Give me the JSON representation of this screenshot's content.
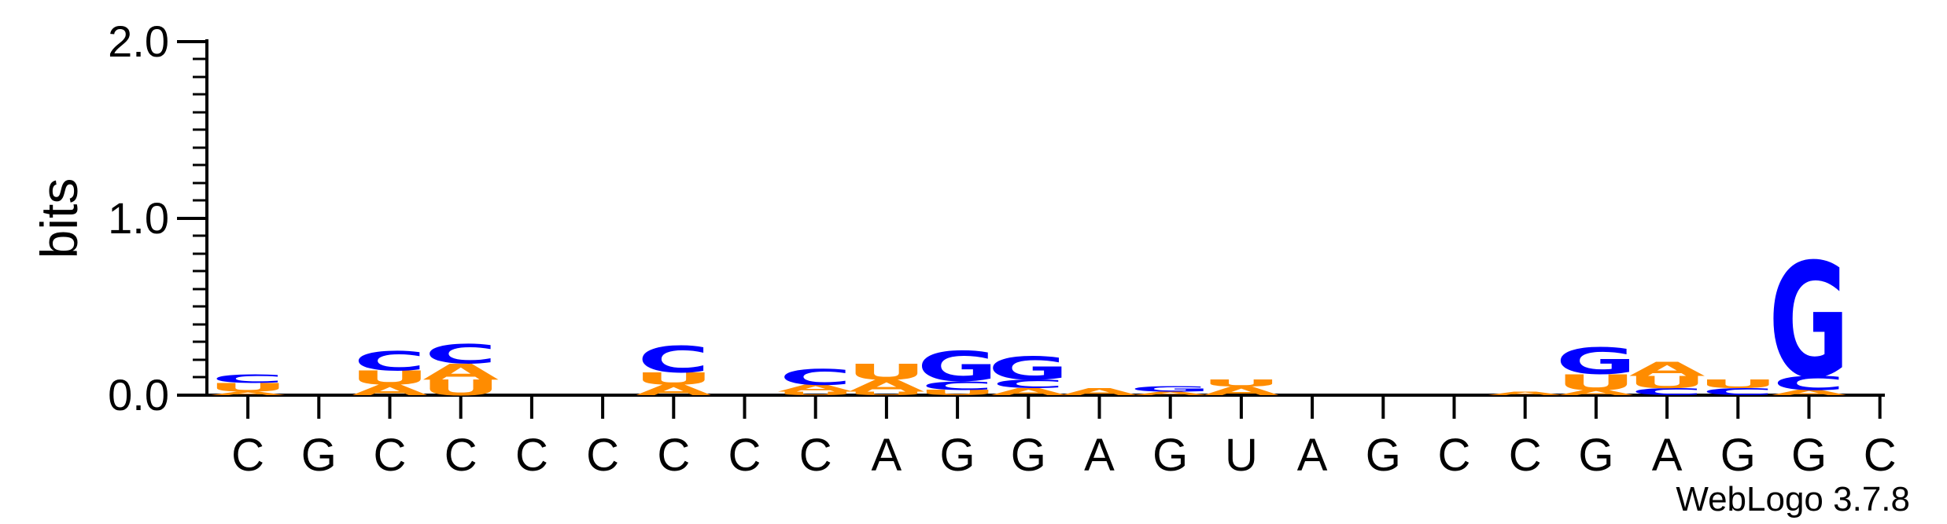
{
  "chart_data": {
    "type": "sequence-logo",
    "title": "",
    "ylabel": "bits",
    "xlabel": "",
    "ylim": [
      0,
      2
    ],
    "yticks": [
      "0.0",
      "1.0",
      "2.0"
    ],
    "colors": {
      "A": "#FF8C00",
      "U": "#FF8C00",
      "C": "#0000FF",
      "G": "#0000FF"
    },
    "x_labels": [
      "C",
      "G",
      "C",
      "C",
      "C",
      "C",
      "C",
      "C",
      "C",
      "A",
      "G",
      "G",
      "A",
      "G",
      "U",
      "A",
      "G",
      "C",
      "C",
      "G",
      "A",
      "G",
      "G",
      "C"
    ],
    "positions": [
      {
        "stack": [
          [
            "A",
            0.02
          ],
          [
            "U",
            0.05
          ],
          [
            "C",
            0.05
          ]
        ]
      },
      {
        "stack": []
      },
      {
        "stack": [
          [
            "A",
            0.06
          ],
          [
            "U",
            0.08
          ],
          [
            "C",
            0.11
          ]
        ]
      },
      {
        "stack": [
          [
            "U",
            0.09
          ],
          [
            "A",
            0.09
          ],
          [
            "C",
            0.11
          ]
        ]
      },
      {
        "stack": []
      },
      {
        "stack": []
      },
      {
        "stack": [
          [
            "A",
            0.06
          ],
          [
            "U",
            0.07
          ],
          [
            "C",
            0.15
          ]
        ]
      },
      {
        "stack": []
      },
      {
        "stack": [
          [
            "U",
            0.02
          ],
          [
            "A",
            0.04
          ],
          [
            "C",
            0.09
          ]
        ]
      },
      {
        "stack": [
          [
            "U",
            0.02
          ],
          [
            "A",
            0.07
          ],
          [
            "U",
            0.09
          ]
        ]
      },
      {
        "stack": [
          [
            "U",
            0.03
          ],
          [
            "C",
            0.05
          ],
          [
            "G",
            0.17
          ]
        ]
      },
      {
        "stack": [
          [
            "A",
            0.04
          ],
          [
            "C",
            0.05
          ],
          [
            "G",
            0.13
          ]
        ]
      },
      {
        "stack": [
          [
            "A",
            0.04
          ]
        ]
      },
      {
        "stack": [
          [
            "A",
            0.02
          ],
          [
            "G",
            0.03
          ]
        ]
      },
      {
        "stack": [
          [
            "A",
            0.05
          ],
          [
            "U",
            0.04
          ]
        ]
      },
      {
        "stack": []
      },
      {
        "stack": []
      },
      {
        "stack": []
      },
      {
        "stack": [
          [
            "A",
            0.02
          ]
        ]
      },
      {
        "stack": [
          [
            "A",
            0.03
          ],
          [
            "U",
            0.09
          ],
          [
            "G",
            0.15
          ]
        ]
      },
      {
        "stack": [
          [
            "C",
            0.04
          ],
          [
            "U",
            0.07
          ],
          [
            "A",
            0.08
          ]
        ]
      },
      {
        "stack": [
          [
            "C",
            0.04
          ],
          [
            "U",
            0.05
          ]
        ]
      },
      {
        "stack": [
          [
            "A",
            0.03
          ],
          [
            "C",
            0.08
          ],
          [
            "G",
            0.65
          ]
        ]
      },
      {
        "stack": []
      }
    ]
  },
  "footer": {
    "version_text": "WebLogo 3.7.8"
  }
}
